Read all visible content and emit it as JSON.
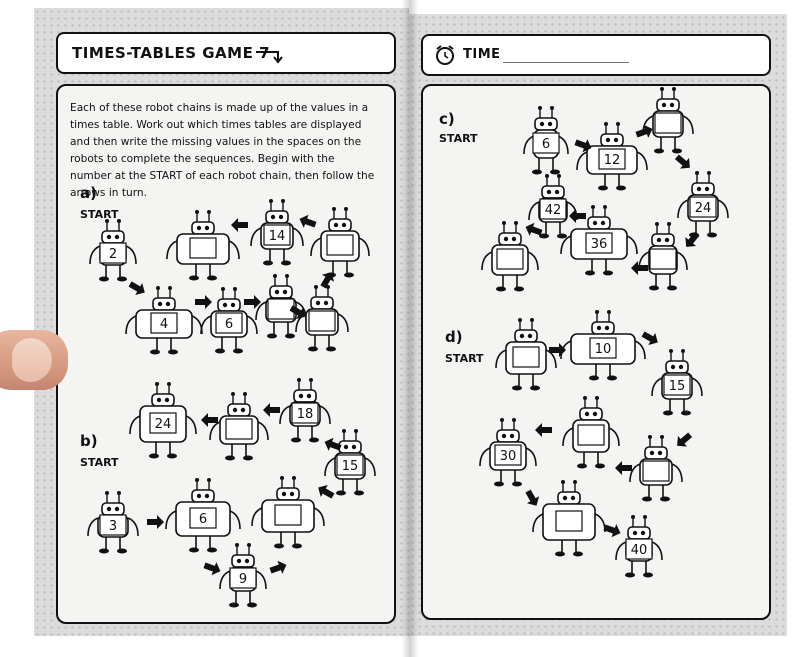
{
  "left_page": {
    "title": "TIMES-TABLES GAME 7",
    "instructions": "Each of these robot chains is made up of the values in a times table. Work out which times tables are displayed and then write the missing values in the spaces on the robots to complete the sequences. Begin with the number at the START of each robot chain, then follow the arrows in turn.",
    "puzzle_a": {
      "letter": "a)",
      "start": "START",
      "numbers": [
        "2",
        "4",
        "6",
        "14"
      ]
    },
    "puzzle_b": {
      "letter": "b)",
      "start": "START",
      "numbers": [
        "3",
        "6",
        "9",
        "15",
        "18",
        "24"
      ]
    }
  },
  "right_page": {
    "time_label": "TIME",
    "puzzle_c": {
      "letter": "c)",
      "start": "START",
      "numbers": [
        "6",
        "12",
        "24",
        "36",
        "42"
      ]
    },
    "puzzle_d": {
      "letter": "d)",
      "start": "START",
      "numbers": [
        "10",
        "15",
        "30",
        "40"
      ]
    }
  }
}
